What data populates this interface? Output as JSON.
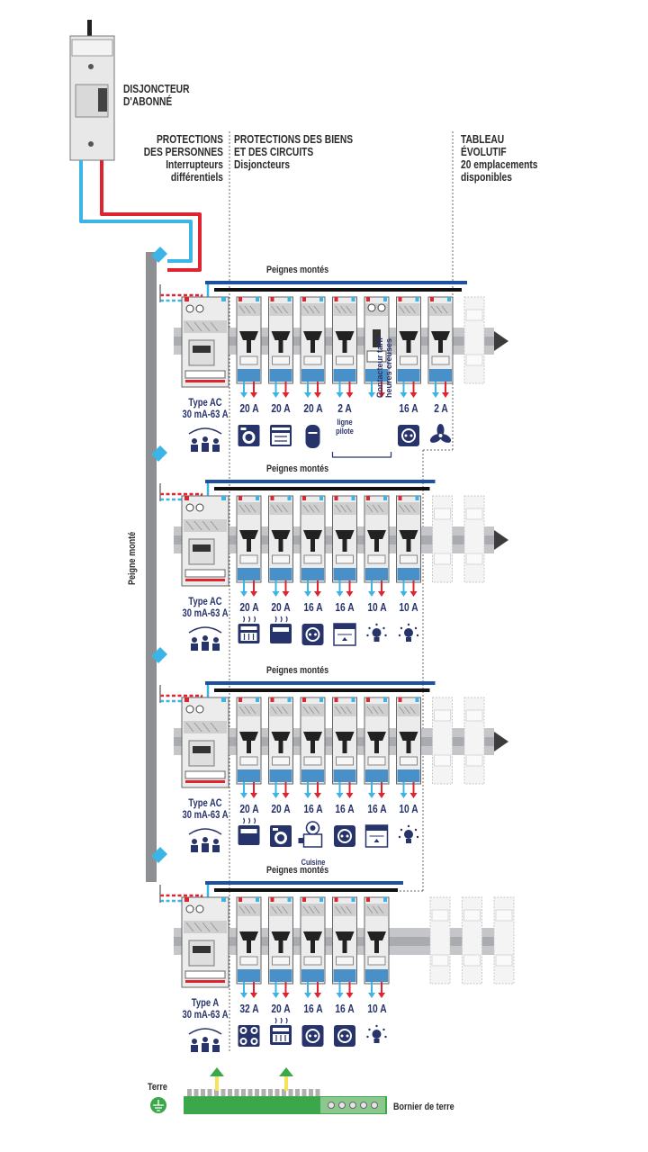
{
  "meter": {
    "label": "DISJONCTEUR\nD'ABONNÉ"
  },
  "headers": {
    "persons": "PROTECTIONS\nDES PERSONNES\nInterrupteurs\ndifférentiels",
    "goods": "PROTECTIONS DES BIENS\nET DES CIRCUITS\nDisjoncteurs",
    "evolutif": "TABLEAU\nÉVOLUTIF\n20 emplacements\ndisponibles"
  },
  "comb_vertical_label": "Peigne monté",
  "rows": [
    {
      "comb_label": "Peignes montés",
      "rcd_type": "Type AC\n30 mA-63 A",
      "breakers": [
        {
          "rating": "20 A",
          "icon": "washing-machine-icon"
        },
        {
          "rating": "20 A",
          "icon": "dishwasher-icon"
        },
        {
          "rating": "20 A",
          "icon": "water-heater-icon"
        },
        {
          "rating": "2 A",
          "sub": "ligne\npilote",
          "icon": ""
        },
        {
          "rating": "",
          "sub": "Contacteur tarif\nheures creuses",
          "icon": "",
          "contactor": true
        },
        {
          "rating": "16 A",
          "icon": "socket-icon"
        },
        {
          "rating": "2 A",
          "icon": "fan-icon"
        }
      ],
      "spares": 1
    },
    {
      "comb_label": "Peignes montés",
      "rcd_type": "Type AC\n30 mA-63 A",
      "breakers": [
        {
          "rating": "20 A",
          "icon": "oven-icon"
        },
        {
          "rating": "20 A",
          "icon": "dryer-icon"
        },
        {
          "rating": "16 A",
          "icon": "socket-icon"
        },
        {
          "rating": "16 A",
          "icon": "shutter-icon"
        },
        {
          "rating": "10 A",
          "icon": "light-icon"
        },
        {
          "rating": "10 A",
          "icon": "light-icon"
        }
      ],
      "spares": 2
    },
    {
      "comb_label": "Peignes montés",
      "rcd_type": "Type AC\n30 mA-63 A",
      "breakers": [
        {
          "rating": "20 A",
          "icon": "dryer-icon"
        },
        {
          "rating": "20 A",
          "icon": "washing-machine-icon"
        },
        {
          "rating": "16 A",
          "icon": "kitchen-icon",
          "sub": "Cuisine"
        },
        {
          "rating": "16 A",
          "icon": "socket-icon"
        },
        {
          "rating": "16 A",
          "icon": "shutter-icon"
        },
        {
          "rating": "10 A",
          "icon": "light-icon"
        }
      ],
      "spares": 2
    },
    {
      "comb_label": "Peignes montés",
      "rcd_type": "Type A\n30 mA-63 A",
      "breakers": [
        {
          "rating": "32 A",
          "icon": "cooktop-icon"
        },
        {
          "rating": "20 A",
          "icon": "oven-icon"
        },
        {
          "rating": "16 A",
          "icon": "socket-icon"
        },
        {
          "rating": "16 A",
          "icon": "socket-icon"
        },
        {
          "rating": "10 A",
          "icon": "light-icon"
        }
      ],
      "spares": 3
    }
  ],
  "earth": {
    "terre": "Terre",
    "bornier": "Bornier de terre"
  },
  "colors": {
    "phase": "#e0242f",
    "neutral": "#3cb4e6",
    "icon_blue": "#27336b",
    "busbar_blue": "#1f4fa0",
    "earth_green": "#3aa84a",
    "arrow_yellow": "#f2d22e"
  }
}
